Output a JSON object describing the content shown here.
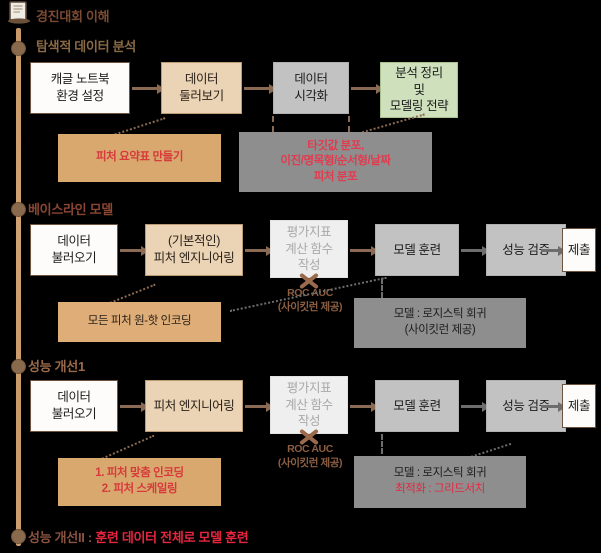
{
  "diagram": {
    "title_icon": "book-icon",
    "sections": [
      {
        "id": "understand",
        "label": "경진대회 이해"
      },
      {
        "id": "eda",
        "label": "탐색적 데이터 분석"
      },
      {
        "id": "baseline",
        "label": "베이스라인 모델"
      },
      {
        "id": "improve1",
        "label": "성능 개선1"
      },
      {
        "id": "improve2",
        "label": "성능 개선II : ",
        "accent": "훈련 데이터 전체로 모델 훈련"
      }
    ],
    "rows": {
      "eda": {
        "nodes": [
          {
            "id": "kaggle-env",
            "label": "캐글 노트북\n환경 설정",
            "style": "white"
          },
          {
            "id": "data-explore",
            "label": "데이터\n둘러보기",
            "style": "tan"
          },
          {
            "id": "data-viz",
            "label": "데이터\n시각화",
            "style": "gray"
          },
          {
            "id": "analysis-plan",
            "label": "분석 정리\n및\n모델링 전략",
            "style": "green"
          }
        ],
        "callouts": [
          {
            "id": "feature-summary",
            "label": "피처 요약표 만들기",
            "style": "tan"
          },
          {
            "id": "distributions",
            "label": "타깃값 분포,\n이진/명목형/순서형/날짜\n피처 분포",
            "style": "gray"
          }
        ]
      },
      "baseline": {
        "nodes": [
          {
            "id": "load-data",
            "label": "데이터\n불러오기",
            "style": "white"
          },
          {
            "id": "feat-eng",
            "label": "(기본적인)\n피처 엔지니어링",
            "style": "tan"
          },
          {
            "id": "metric-func",
            "label": "평가지표\n계산 함수\n작성",
            "style": "ghost"
          },
          {
            "id": "train-model",
            "label": "모델 훈련",
            "style": "gray"
          },
          {
            "id": "validate",
            "label": "성능 검증",
            "style": "gray"
          },
          {
            "id": "submit",
            "label": "제출",
            "style": "white"
          }
        ],
        "metric_note": "ROC AUC\n(사이킷런 제공)",
        "callouts": [
          {
            "id": "onehot",
            "label": "모든 피처 원-핫 인코딩",
            "style": "tan2"
          },
          {
            "id": "model-note",
            "label": "모델 : 로지스틱 회귀\n(사이킷런 제공)",
            "style": "gray2"
          }
        ]
      },
      "improve1": {
        "nodes": [
          {
            "id": "load-data",
            "label": "데이터\n불러오기",
            "style": "white"
          },
          {
            "id": "feat-eng",
            "label": "피처 엔지니어링",
            "style": "tan"
          },
          {
            "id": "metric-func",
            "label": "평가지표\n계산 함수\n작성",
            "style": "ghost"
          },
          {
            "id": "train-model",
            "label": "모델 훈련",
            "style": "gray"
          },
          {
            "id": "validate",
            "label": "성능 검증",
            "style": "gray"
          },
          {
            "id": "submit",
            "label": "제출",
            "style": "white"
          }
        ],
        "metric_note": "ROC AUC\n(사이킷런 제공)",
        "callouts": [
          {
            "id": "encoding-scaling",
            "label": "1. 피처 맞춤 인코딩\n2. 피처 스케일링",
            "style": "tan"
          },
          {
            "id": "model-note",
            "label": "모델 : 로지스틱 회귀",
            "style": "gray2",
            "accent_label": "최적화 : 그리드서치"
          }
        ]
      }
    },
    "colors": {
      "spine": "#c89a68",
      "node_white": "#fdfcfa",
      "node_tan": "#ebd4b5",
      "node_gray": "#c2c2c2",
      "node_green": "#cfe0bd",
      "callout_tan": "#d9a86f",
      "callout_gray": "#8e8e8e",
      "accent_red": "#e8253f",
      "heading_brown": "#7a4a32"
    }
  }
}
